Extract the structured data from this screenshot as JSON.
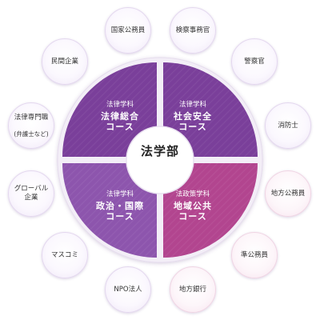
{
  "center_label": "法学部",
  "quadrants": [
    {
      "dept": "法律学科",
      "course": "法律総合\nコース"
    },
    {
      "dept": "法律学科",
      "course": "社会安全\nコース"
    },
    {
      "dept": "法律学科",
      "course": "政治・国際\nコース"
    },
    {
      "dept": "法政策学科",
      "course": "地域公共\nコース"
    }
  ],
  "careers": [
    {
      "label": "国家公務員"
    },
    {
      "label": "検察事務官"
    },
    {
      "label": "警察官"
    },
    {
      "label": "消防士"
    },
    {
      "label": "地方公務員"
    },
    {
      "label": "準公務員"
    },
    {
      "label": "地方銀行"
    },
    {
      "label": "NPO法人"
    },
    {
      "label": "マスコミ"
    },
    {
      "label": "グローバル\n企業"
    },
    {
      "label": "法律専門職",
      "sub": "(弁護士など)"
    },
    {
      "label": "民間企業"
    }
  ],
  "colors": {
    "purple": "#7a3f9a",
    "purple_light": "#8d55ad",
    "magenta": "#b2458f",
    "ring": "#f3eef7",
    "center": "#ffffff"
  }
}
